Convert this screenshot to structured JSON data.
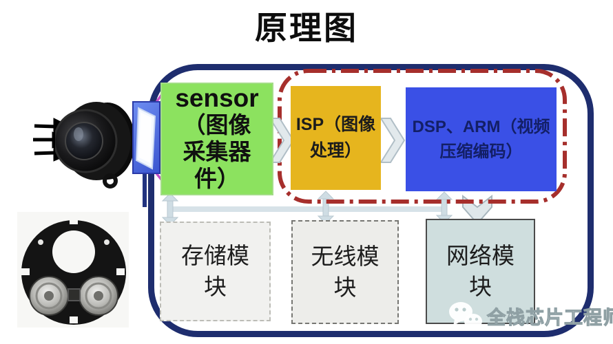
{
  "title": "原理图",
  "boxes": {
    "sensor": {
      "lines": [
        "sensor",
        "（图像",
        "采集器",
        "件）"
      ]
    },
    "isp": {
      "lines": [
        "ISP（图像",
        "处理）"
      ]
    },
    "dsp": {
      "lines": [
        "DSP、ARM（视频",
        "压缩编码）"
      ]
    },
    "storage": {
      "lines": [
        "存储模",
        "块"
      ]
    },
    "wireless": {
      "lines": [
        "无线模",
        "块"
      ]
    },
    "network": {
      "lines": [
        "网络模",
        "块"
      ]
    }
  },
  "watermark": {
    "text": "全栈芯片工程师",
    "icon": "wechat-icon"
  },
  "figures": {
    "lens": "camera-lens-photo",
    "board": "ir-led-board-photo",
    "filter": "ir-filter-glass"
  },
  "colors": {
    "outer_border": "#1e2d6e",
    "dashed_group_border": "#a62f2c",
    "sensor_box_bg": "#8ce25f",
    "isp_box_bg": "#e6b51e",
    "dsp_box_bg": "#3a50e6",
    "storage_box_bg": "#f1f1ef",
    "wireless_box_bg": "#ededea",
    "network_box_bg": "#cfdede",
    "connector_arrow": "#d7e2e8",
    "light_ray": "#c44fc4",
    "input_arrows": "#000000"
  }
}
